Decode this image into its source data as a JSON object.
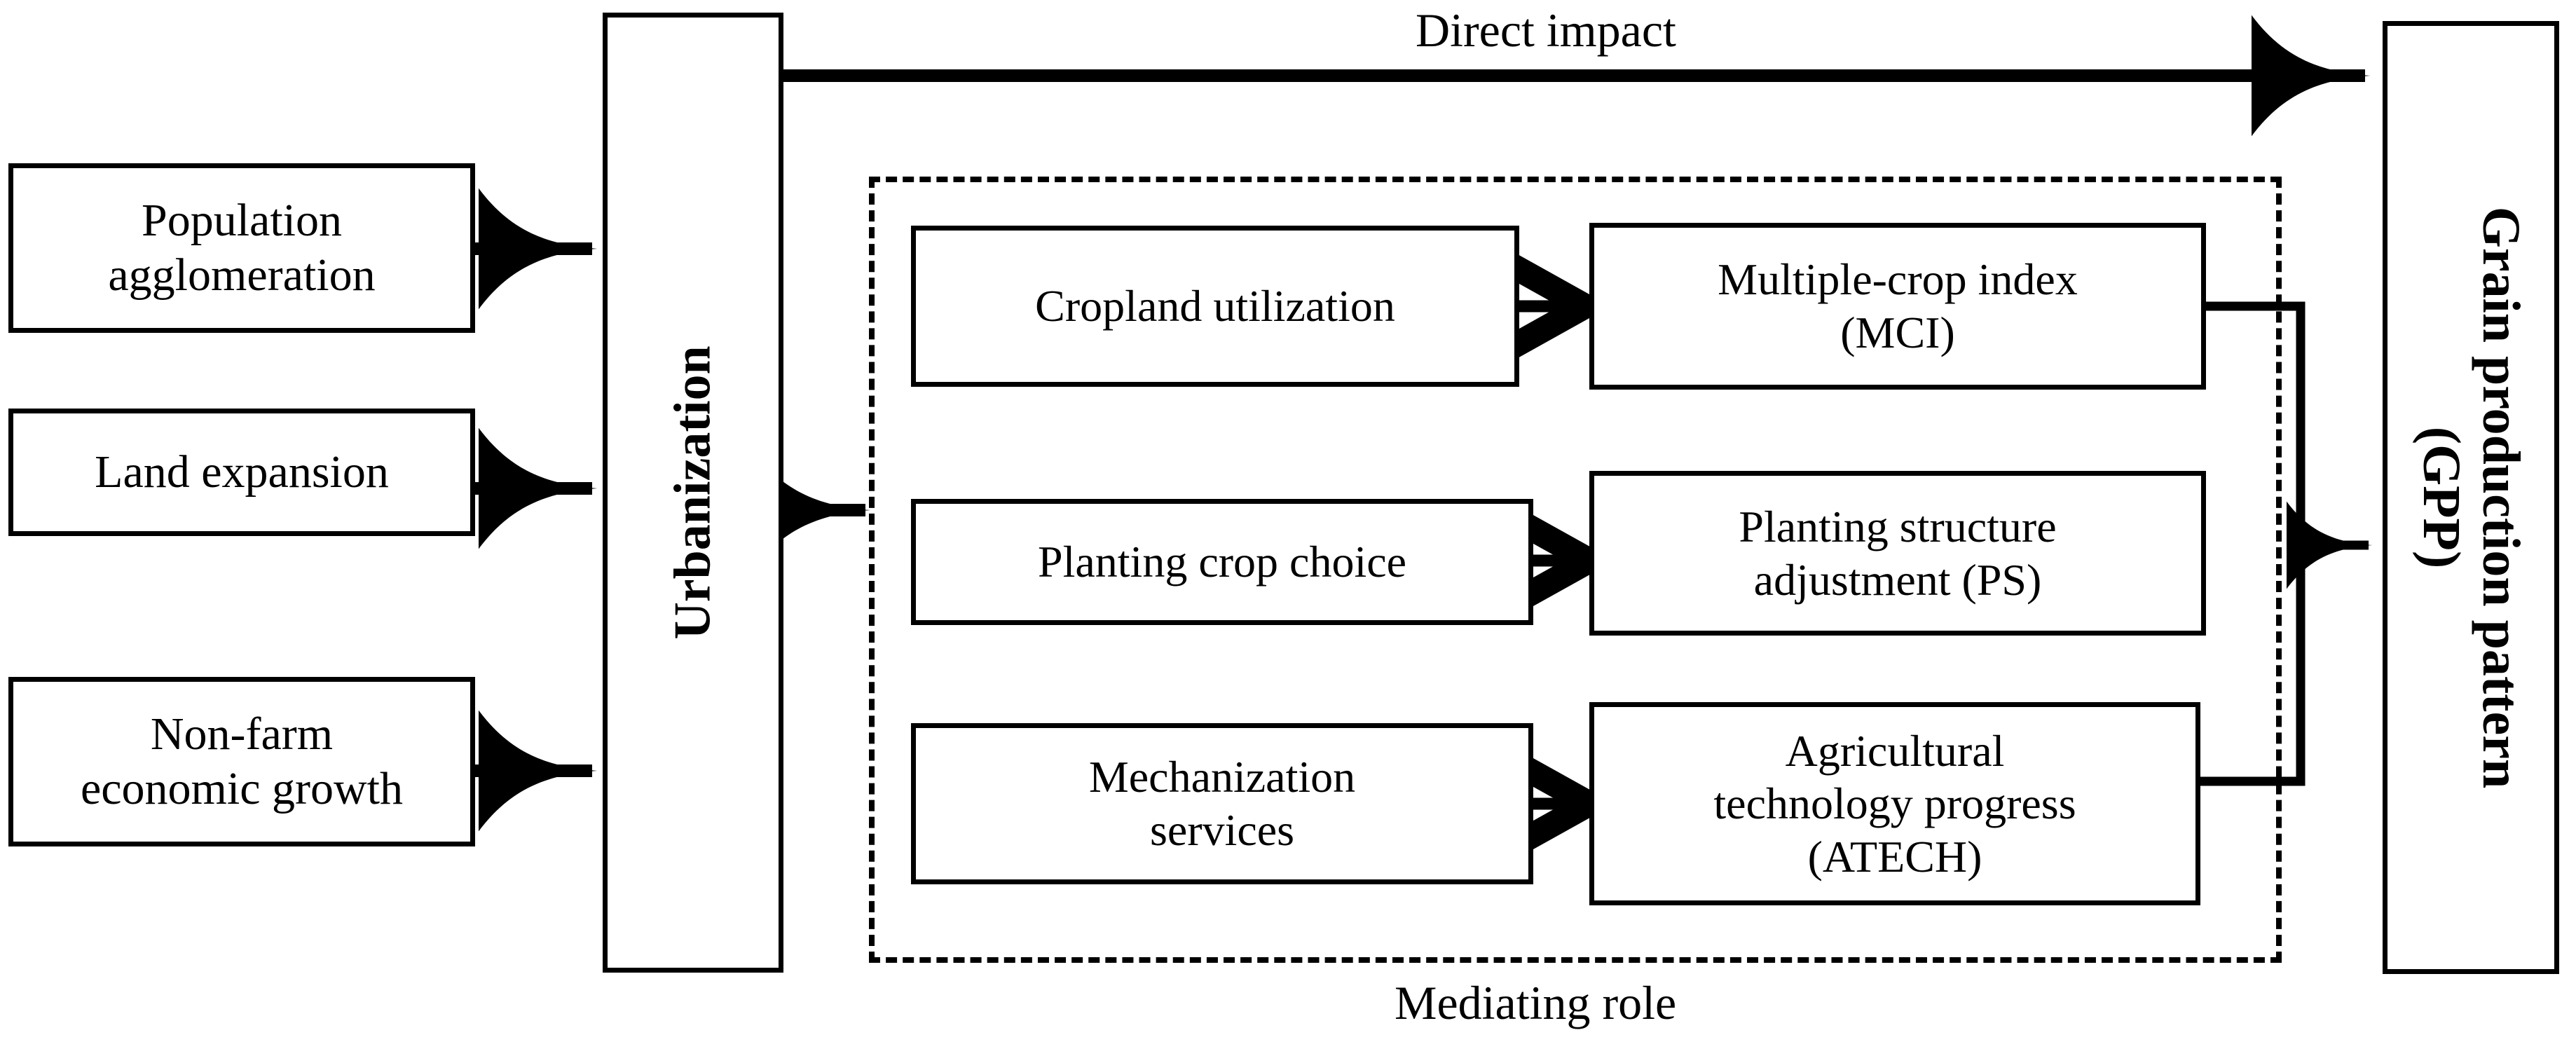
{
  "diagram": {
    "title_labels": {
      "direct_impact": "Direct impact",
      "mediating_role": "Mediating role"
    },
    "drivers": [
      {
        "id": "population-agglomeration",
        "line1": "Population",
        "line2": "agglomeration"
      },
      {
        "id": "land-expansion",
        "line1": "Land expansion",
        "line2": ""
      },
      {
        "id": "non-farm-economic-growth",
        "line1": "Non-farm",
        "line2": "economic growth"
      }
    ],
    "hub": {
      "id": "urbanization",
      "label": "Urbanization"
    },
    "mediators": [
      {
        "id": "cropland-utilization",
        "cause": {
          "line1": "Cropland utilization",
          "line2": "",
          "line3": ""
        },
        "effect": {
          "line1": "Multiple-crop index",
          "line2": "(MCI)",
          "line3": ""
        }
      },
      {
        "id": "planting-crop-choice",
        "cause": {
          "line1": "Planting crop choice",
          "line2": "",
          "line3": ""
        },
        "effect": {
          "line1": "Planting structure",
          "line2": "adjustment (PS)",
          "line3": ""
        }
      },
      {
        "id": "mechanization-services",
        "cause": {
          "line1": "Mechanization",
          "line2": "services",
          "line3": ""
        },
        "effect": {
          "line1": "Agricultural",
          "line2": "technology progress",
          "line3": "(ATECH)"
        }
      }
    ],
    "outcome": {
      "id": "grain-production-pattern",
      "line1": "Grain production pattern",
      "line2": "(GPP)"
    },
    "colors": {
      "stroke": "#000000",
      "fill": "#ffffff",
      "text": "#000000"
    }
  }
}
